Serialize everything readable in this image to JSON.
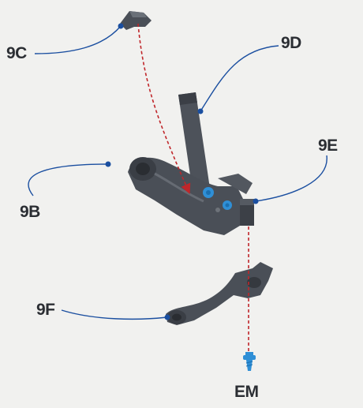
{
  "labels": {
    "part_9c": "9C",
    "part_9d": "9D",
    "part_9e": "9E",
    "part_9b": "9B",
    "part_9f": "9F",
    "screw_em": "EM"
  },
  "colors": {
    "leader_line": "#1b4fa0",
    "assembly_arrow": "#c0262a",
    "part_gray": "#4a4f57",
    "screw_blue": "#2f8fd6",
    "background": "#f1f1ef"
  }
}
